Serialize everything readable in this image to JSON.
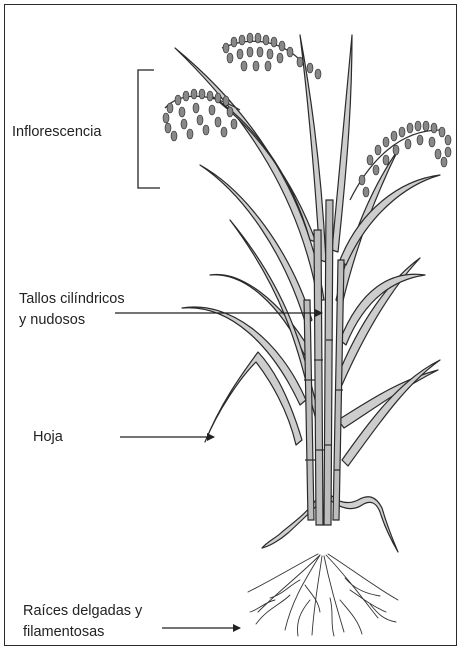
{
  "labels": {
    "inflorescence": "Inflorescencia",
    "stems_line1": "Tallos cilíndricos",
    "stems_line2": "y nudosos",
    "leaf": "Hoja",
    "roots_line1": "Raíces delgadas y",
    "roots_line2": "filamentosas"
  },
  "colors": {
    "ink": "#2a2a2a",
    "leaf_fill": "#c9c9c9",
    "stem_fill": "#b8b8b8",
    "background": "#ffffff"
  }
}
